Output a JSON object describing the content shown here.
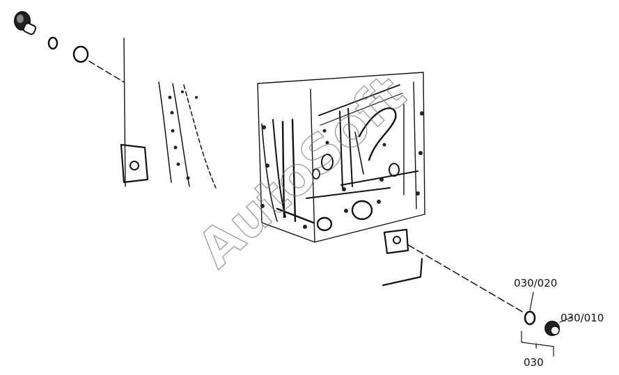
{
  "callouts": {
    "part_030_020": "030/020",
    "part_030_010": "030/010",
    "part_030": "030"
  },
  "watermark": "AutoSoft"
}
